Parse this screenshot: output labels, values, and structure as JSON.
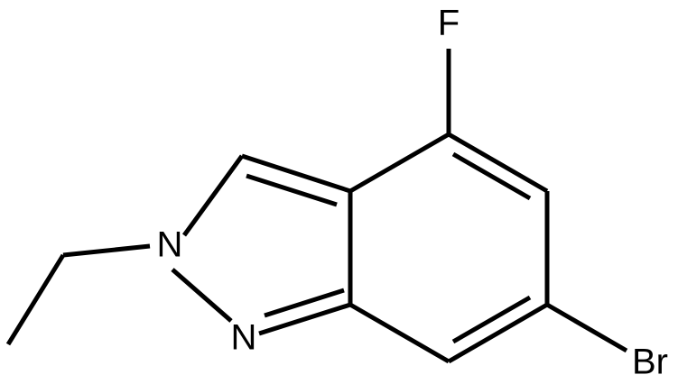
{
  "molecule": {
    "atoms": {
      "F": "F",
      "N1": "N",
      "N2": "N",
      "Br": "Br"
    }
  },
  "colors": {
    "background": "#ffffff",
    "bond": "#000000",
    "label": "#000000"
  }
}
